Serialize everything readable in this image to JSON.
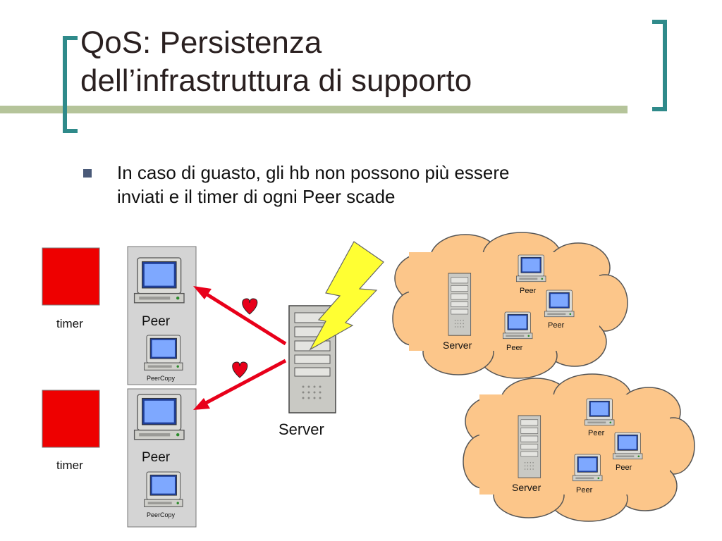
{
  "slide": {
    "title_line1": "QoS: Persistenza",
    "title_line2": "dell’infrastruttura di supporto",
    "bullet": {
      "line1": "In caso di guasto, gli hb non possono più essere",
      "line2": "inviati e il timer di ogni Peer scade"
    }
  },
  "diagram": {
    "timer_label": "timer",
    "peer_label": "Peer",
    "peercopy_label": "PeerCopy",
    "server_label": "Server",
    "cloud_peer_label": "Peer",
    "cloud_server_label": "Server",
    "colors": {
      "timer": "#ee0000",
      "arrow": "#e8001a",
      "heart": "#e8001a",
      "lightning": "#ffff33",
      "cloud": "#fcc68a",
      "frame_bg": "#d4d4d4",
      "title_bar": "#b5c49a",
      "bracket": "#2f8a8a"
    }
  }
}
